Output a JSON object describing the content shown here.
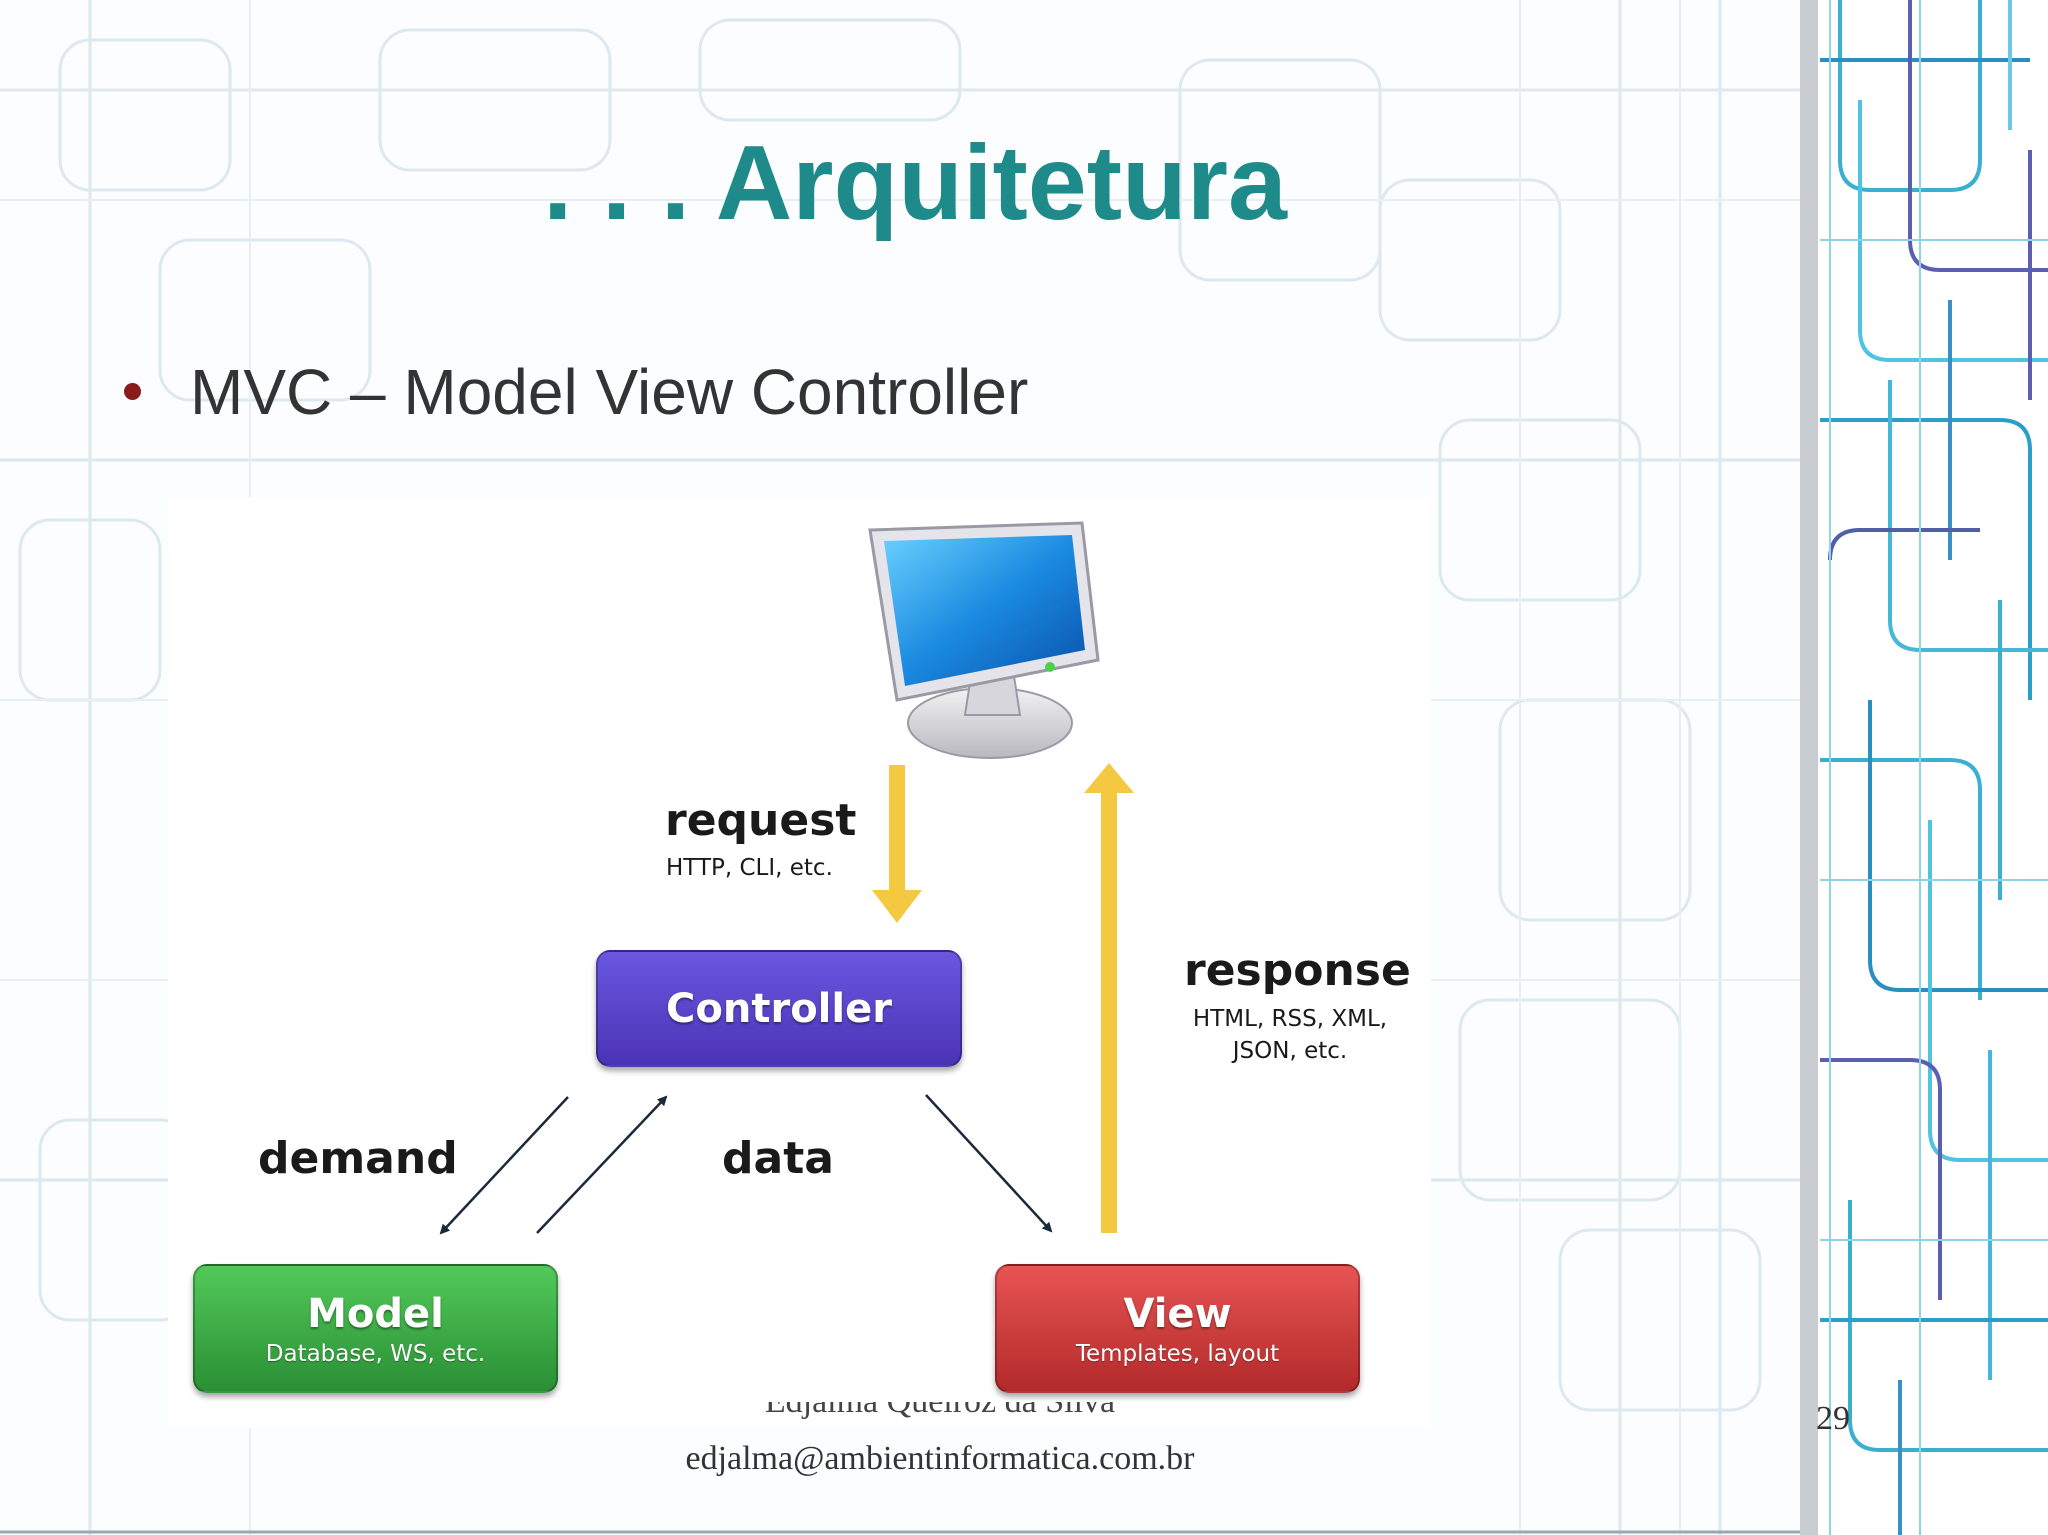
{
  "slide": {
    "title": ". . . Arquitetura",
    "bullet": "MVC – Model View Controller"
  },
  "diagram": {
    "controller": {
      "title": "Controller"
    },
    "model": {
      "title": "Model",
      "subtitle": "Database, WS, etc."
    },
    "view": {
      "title": "View",
      "subtitle": "Templates, layout"
    },
    "request": {
      "label": "request",
      "sub": "HTTP, CLI, etc."
    },
    "response": {
      "label": "response",
      "sub_line1": "HTML, RSS, XML,",
      "sub_line2": "JSON, etc."
    },
    "demand": {
      "label": "demand"
    },
    "data": {
      "label": "data"
    },
    "icons": [
      "monitor-icon"
    ],
    "colors": {
      "controller": "#5a45d0",
      "model": "#3cab45",
      "view": "#cc3b3b",
      "arrow_yellow": "#f5c842",
      "title_teal": "#1f8a8a"
    }
  },
  "footer": {
    "author": "Edjalma Queiroz da Silva",
    "email": "edjalma@ambientinformatica.com.br",
    "page": "29"
  }
}
